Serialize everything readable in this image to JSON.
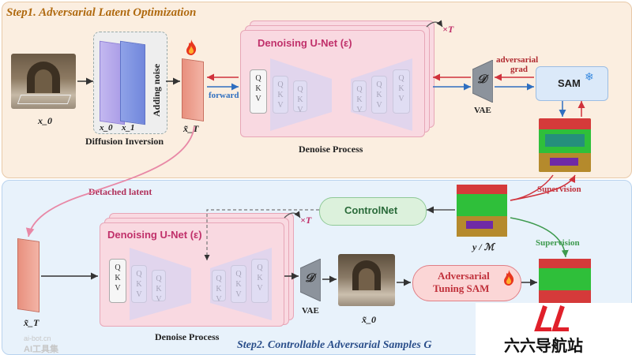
{
  "step1": {
    "title": "Step1. Adversarial Latent Optimization",
    "x0_label": "x_0",
    "diffusion_inversion": "Diffusion Inversion",
    "adding_noise": "Adding noise",
    "plate_x0": "x_0",
    "plate_x1": "x_1",
    "xT_label": "x̃_T",
    "unet_title": "Denoising U-Net (ε)",
    "denoise_process": "Denoise Process",
    "forward": "forward",
    "adversarial_grad_1": "adversarial",
    "adversarial_grad_2": "grad",
    "times_T": "×T",
    "vae_symbol": "𝒟",
    "vae_label": "VAE",
    "sam_label": "SAM"
  },
  "step2": {
    "title": "Step2. Controllable Adversarial Samples G",
    "detached_latent": "Detached latent",
    "xT_label": "x̃_T",
    "controlnet": "ControlNet",
    "supervision_red": "Supervision",
    "supervision_green": "Supervision",
    "mask_label": "y / ℳ",
    "unet_title": "Denoising U-Net (ε)",
    "denoise_process": "Denoise Process",
    "times_T": "×T",
    "vae_symbol": "𝒟",
    "vae_label": "VAE",
    "x0_label": "x̃_0",
    "tuning_1": "Adversarial",
    "tuning_2": "Tuning SAM"
  },
  "qkv": {
    "q": "Q",
    "k": "K",
    "v": "V"
  },
  "watermark": {
    "site": "ai-bot.cn",
    "name": "AI工具集",
    "brand": "六六导航站"
  },
  "colors": {
    "step1_bg": "#fbeee0",
    "step2_bg": "#e8f2fb",
    "unet_fill": "#f9d9e1",
    "accent_red": "#d0323c",
    "accent_blue": "#2f6fc0",
    "accent_green": "#3e9a4e",
    "pink_title": "#c0306a",
    "step_title_gold": "#b06a10",
    "step_title_blue": "#2a4e8a"
  }
}
